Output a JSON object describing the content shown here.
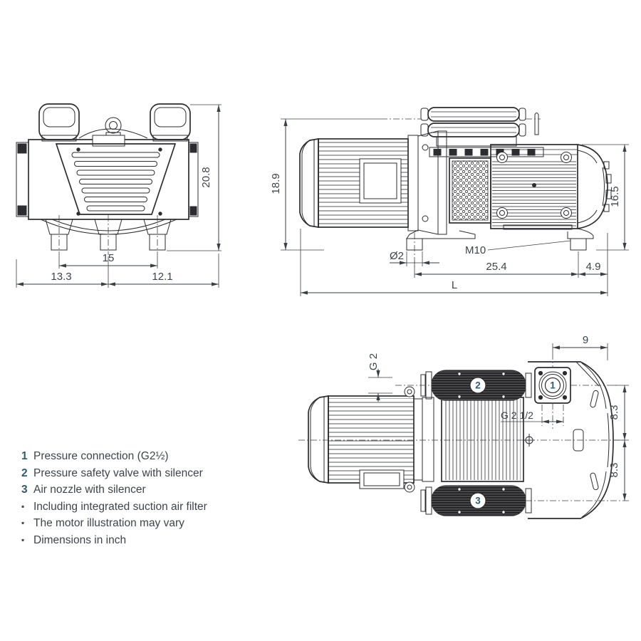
{
  "front_view": {
    "dim_height": "20.8",
    "dim_feet_span": "15",
    "dim_left_half": "13.3",
    "dim_right_half": "12.1"
  },
  "side_view": {
    "dim_height_left": "18.9",
    "dim_height_right": "16.5",
    "dim_foot_dia": "Ø2",
    "dim_foot_span": "25.4",
    "dim_rear_offset": "4.9",
    "dim_overall_length": "L",
    "thread_label": "M10"
  },
  "top_view": {
    "dim_port_to_end": "9",
    "dim_upper_offset": "8.3",
    "dim_lower_offset": "8.3",
    "thread_small": "G 2",
    "thread_main": "G 2 1/2",
    "balloon_1": "1",
    "balloon_2": "2",
    "balloon_3": "3"
  },
  "legend": {
    "items": [
      {
        "marker": "1",
        "text": "Pressure connection (G2½)"
      },
      {
        "marker": "2",
        "text": "Pressure safety valve with silencer"
      },
      {
        "marker": "3",
        "text": "Air nozzle with silencer"
      },
      {
        "marker": "▪",
        "text": "Including integrated suction air filter"
      },
      {
        "marker": "▪",
        "text": "The motor illustration may vary"
      },
      {
        "marker": "▪",
        "text": "Dimensions in inch"
      }
    ]
  }
}
